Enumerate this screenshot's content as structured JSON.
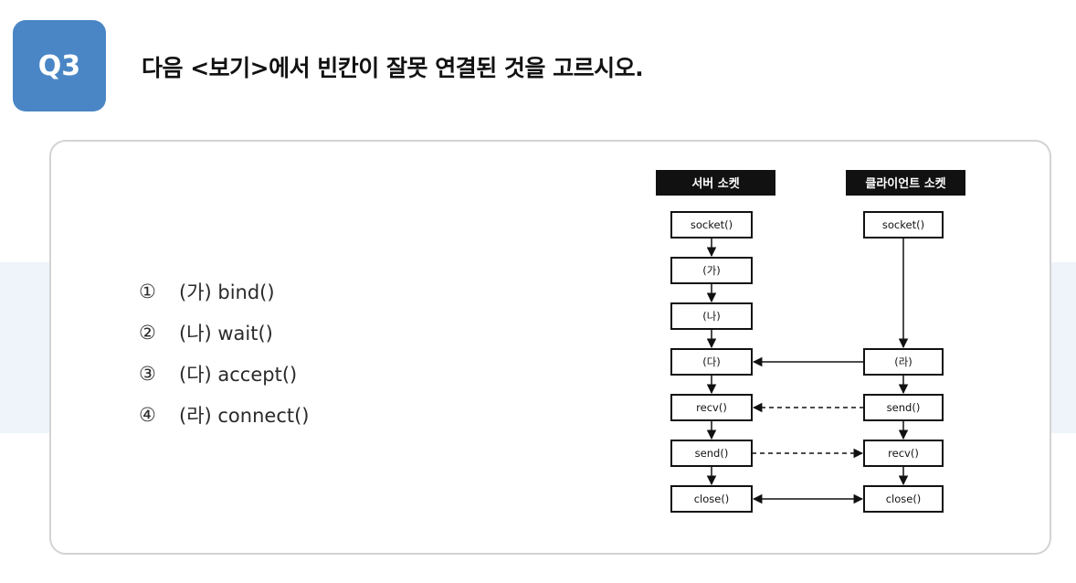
{
  "question": {
    "badge": "Q3",
    "text": "다음 <보기>에서 빈칸이 잘못 연결된 것을 고르시오."
  },
  "options": [
    {
      "num": "①",
      "text": "(가) bind()"
    },
    {
      "num": "②",
      "text": "(나) wait()"
    },
    {
      "num": "③",
      "text": "(다) accept()"
    },
    {
      "num": "④",
      "text": "(라) connect()"
    }
  ],
  "diagram": {
    "server_header": "서버 소켓",
    "client_header": "클라이언트 소켓",
    "server_steps": [
      "socket()",
      "(가)",
      "(나)",
      "(다)",
      "recv()",
      "send()",
      "close()"
    ],
    "client_steps": [
      "socket()",
      "(라)",
      "send()",
      "recv()",
      "close()"
    ]
  },
  "colors": {
    "badge": "#4a86c5",
    "header_bg": "#111111"
  }
}
